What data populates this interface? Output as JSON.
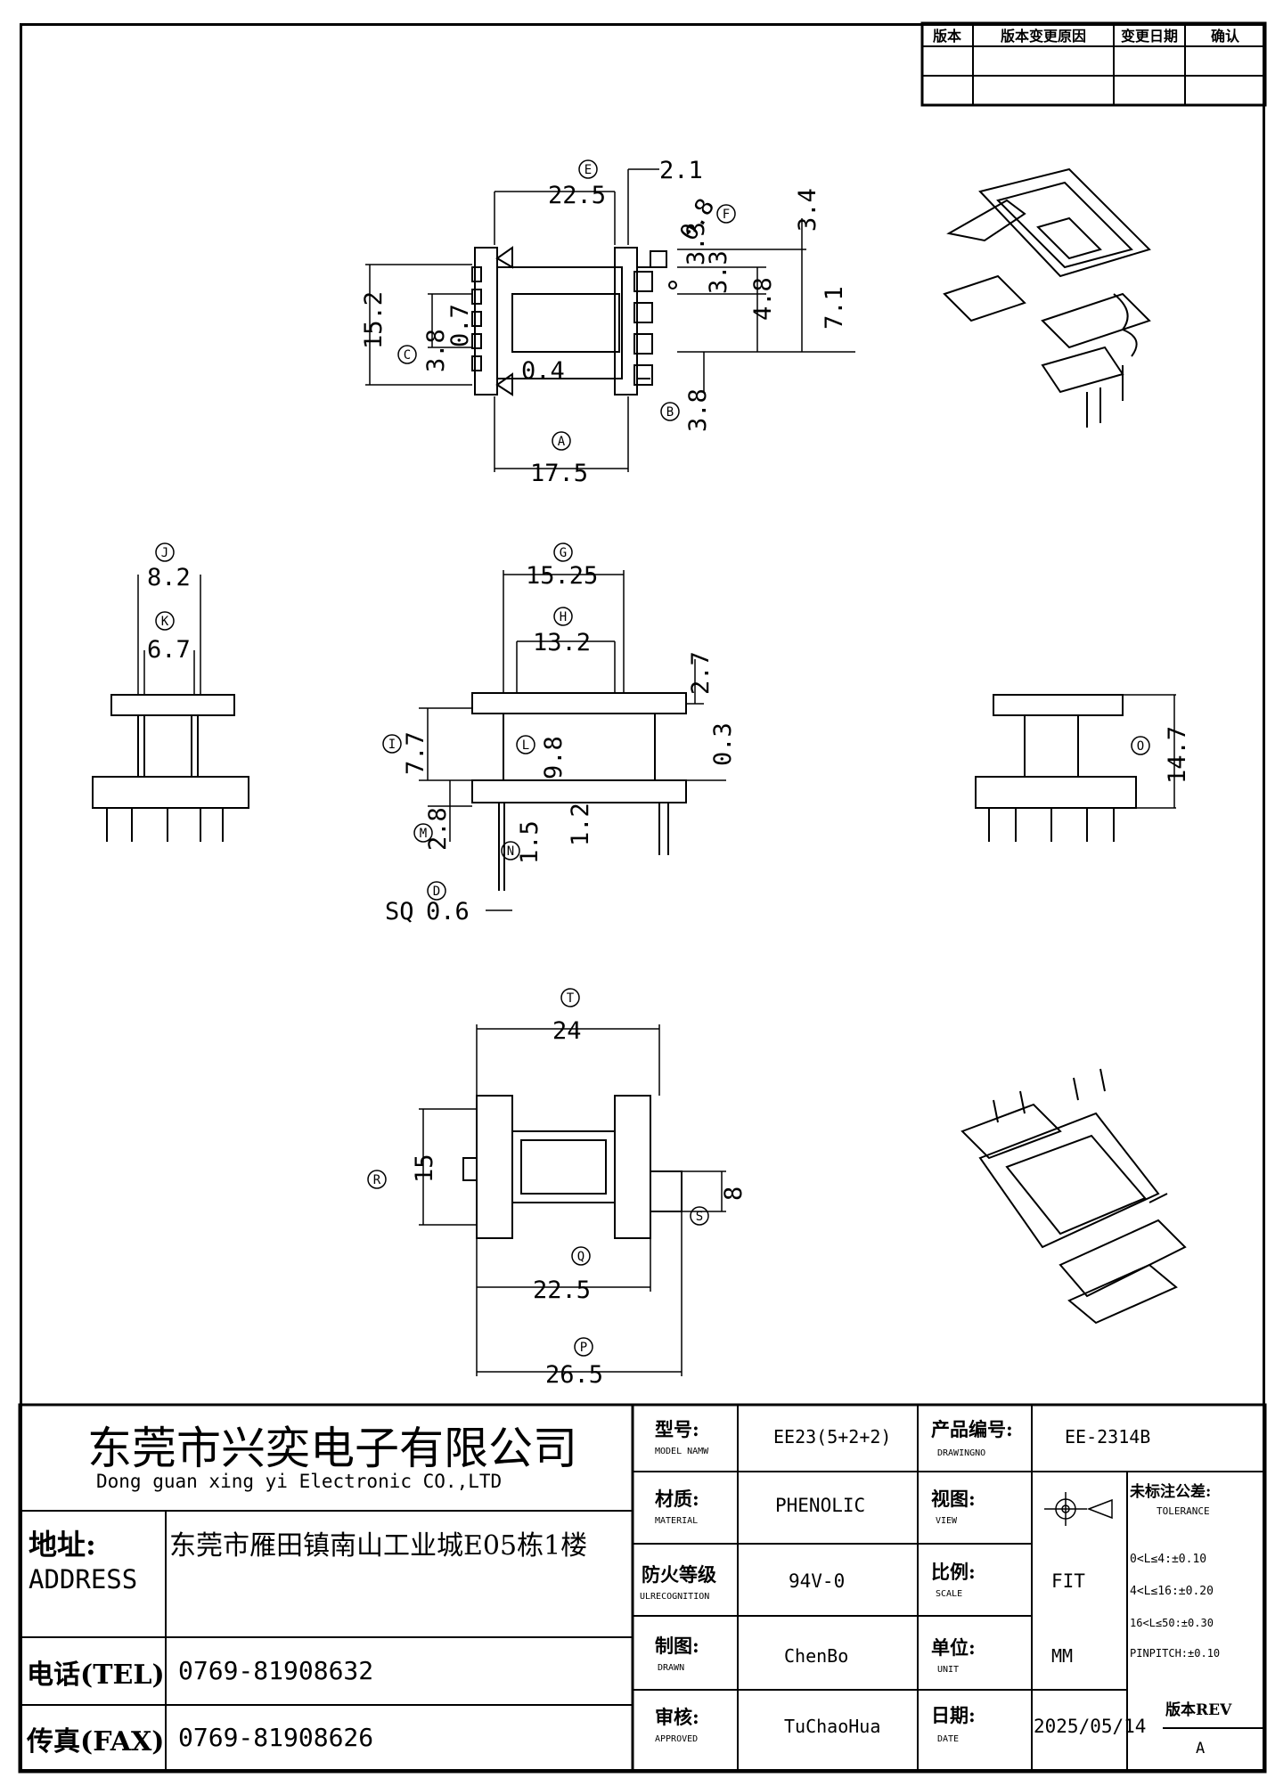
{
  "revision_table": {
    "headers": [
      "版本",
      "版本变更原因",
      "变更日期",
      "确认"
    ]
  },
  "dimensions": {
    "top_view": {
      "E": "22.5",
      "top_gap": "2.1",
      "F": "0.8",
      "d34": "3.4",
      "d33": "3.3",
      "d33b": "3.3",
      "d48": "4.8",
      "d71": "7.1",
      "d152": "15.2",
      "C": "3.8",
      "d07": "0.7",
      "d04": "0.4",
      "B": "3.8",
      "A": "17.5"
    },
    "front_view": {
      "G": "15.25",
      "H": "13.2",
      "d27": "2.7",
      "d03": "0.3",
      "I": "7.7",
      "L": "9.8",
      "M": "2.8",
      "N": "1.5",
      "d12": "1.2",
      "O_sq_prefix": "SQ",
      "O_sq": "0.6"
    },
    "left_view": {
      "J": "8.2",
      "K": "6.7"
    },
    "right_view": {
      "O": "14.7"
    },
    "bottom_view": {
      "T": "24",
      "R": "15",
      "S": "8",
      "Q": "22.5",
      "P": "26.5"
    }
  },
  "balloons": [
    "A",
    "B",
    "C",
    "D",
    "E",
    "F",
    "G",
    "H",
    "I",
    "J",
    "K",
    "L",
    "M",
    "N",
    "O",
    "P",
    "Q",
    "R",
    "S",
    "T"
  ],
  "title_block": {
    "company_cn": "东莞市兴奕电子有限公司",
    "company_en": "Dong guan xing yi Electronic CO.,LTD",
    "address_label_cn": "地址:",
    "address_label_en": "ADDRESS",
    "address_value": "东莞市雁田镇南山工业城E05栋1楼",
    "tel_label": "电话(TEL)",
    "tel_value": "0769-81908632",
    "fax_label": "传真(FAX)",
    "fax_value": "0769-81908626",
    "model_label_cn": "型号:",
    "model_label_en": "MODEL NAMW",
    "model_value": "EE23(5+2+2)",
    "drawingno_label_cn": "产品编号:",
    "drawingno_label_en": "DRAWINGNO",
    "drawingno_value": "EE-2314B",
    "material_label_cn": "材质:",
    "material_label_en": "MATERIAL",
    "material_value": "PHENOLIC",
    "view_label_cn": "视图:",
    "view_label_en": "VIEW",
    "tolerance_label_cn": "未标注公差:",
    "tolerance_label_en": "TOLERANCE",
    "tolerance_lines": [
      "0<L≤4:±0.10",
      "4<L≤16:±0.20",
      "16<L≤50:±0.30",
      "PINPITCH:±0.10"
    ],
    "ul_label_cn": "防火等级",
    "ul_label_en": "ULRECOGNITION",
    "ul_value": "94V-0",
    "scale_label_cn": "比例:",
    "scale_label_en": "SCALE",
    "scale_value": "FIT",
    "drawn_label_cn": "制图:",
    "drawn_label_en": "DRAWN",
    "drawn_value": "ChenBo",
    "unit_label_cn": "单位:",
    "unit_label_en": "UNIT",
    "unit_value": "MM",
    "approved_label_cn": "审核:",
    "approved_label_en": "APPROVED",
    "approved_value": "TuChaoHua",
    "date_label_cn": "日期:",
    "date_label_en": "DATE",
    "date_value": "2025/05/14",
    "rev_label": "版本REV",
    "rev_value": "A"
  }
}
